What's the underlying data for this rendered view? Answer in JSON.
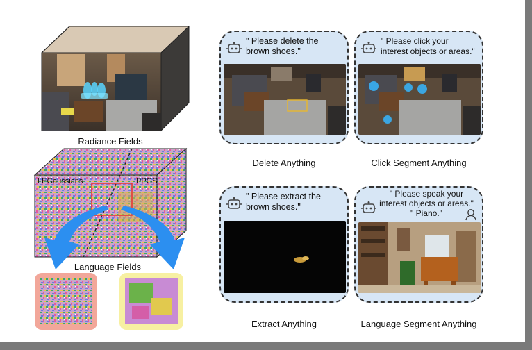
{
  "left": {
    "radiance_caption": "Radiance Fields",
    "language_caption": "Language Fields",
    "label_left": "LEGaussians",
    "label_right": "PPGS"
  },
  "cards": {
    "delete": {
      "prompt_line1": "\" Please delete  the",
      "prompt_line2": "brown shoes.\"",
      "caption": "Delete Anything"
    },
    "click": {
      "prompt_line1": "\" Please click your",
      "prompt_line2": "interest objects or areas.\"",
      "caption": "Click Segment Anything"
    },
    "extract": {
      "prompt_line1": "\" Please extract  the",
      "prompt_line2": "brown shoes.\"",
      "caption": "Extract Anything"
    },
    "speak": {
      "prompt_line1": "\" Please speak your",
      "prompt_line2": "interest objects or areas.\"",
      "prompt_line3": "\" Piano.\"",
      "caption": "Language Segment Anything"
    }
  },
  "colors": {
    "card_bg": "#d7e6f5",
    "arrow_blue": "#2c8ff0",
    "highlight_red": "#e23a3a"
  }
}
